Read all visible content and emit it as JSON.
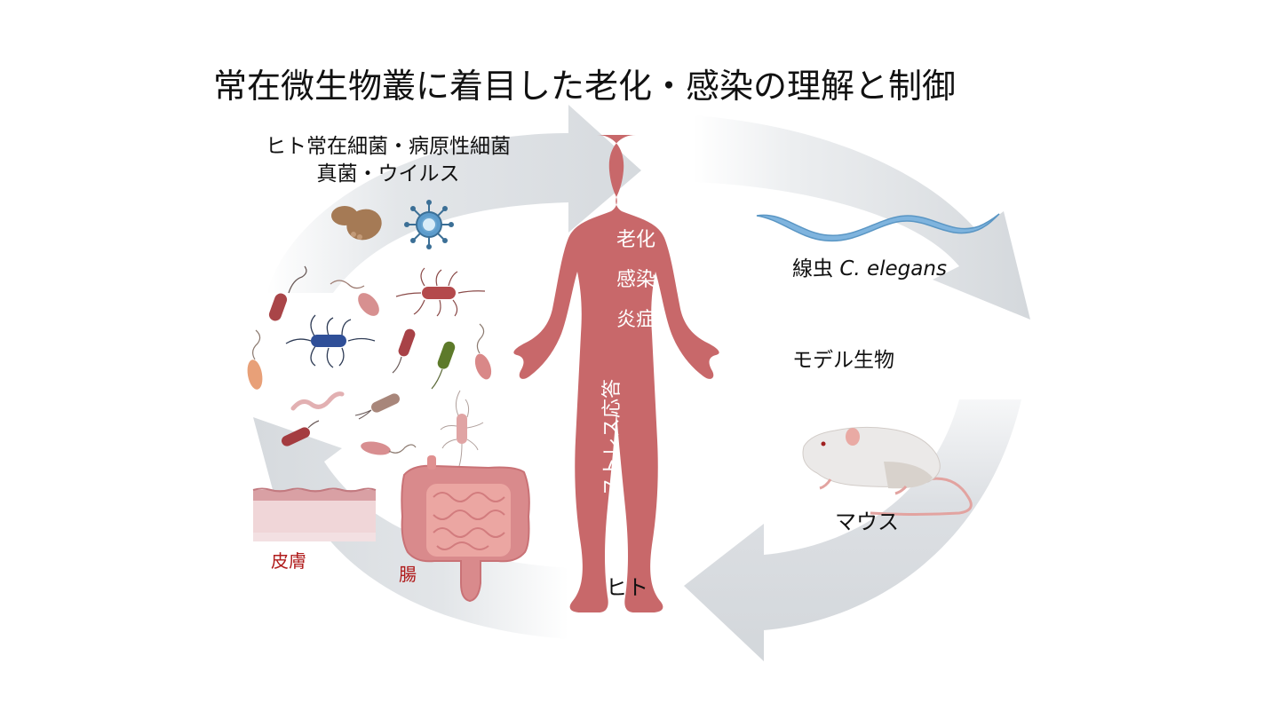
{
  "title": "常在微生物叢に着目した老化・感染の理解と制御",
  "microbes": {
    "line1": "ヒト常在細菌・病原性細菌",
    "line2": "真菌・ウイルス"
  },
  "human": {
    "label": "ヒト",
    "body_words": [
      "老化",
      "感染",
      "炎症"
    ],
    "leg_text": "ストレス応答"
  },
  "organs": {
    "skin": "皮膚",
    "gut": "腸"
  },
  "models": {
    "worm_prefix": "線虫",
    "worm_species": "C. elegans",
    "model_organisms": "モデル生物",
    "mouse": "マウス"
  },
  "colors": {
    "arrow": "#d9dde1",
    "body": "#c8686a",
    "worm": "#7fb4de",
    "organ_label": "#b01c1c"
  }
}
